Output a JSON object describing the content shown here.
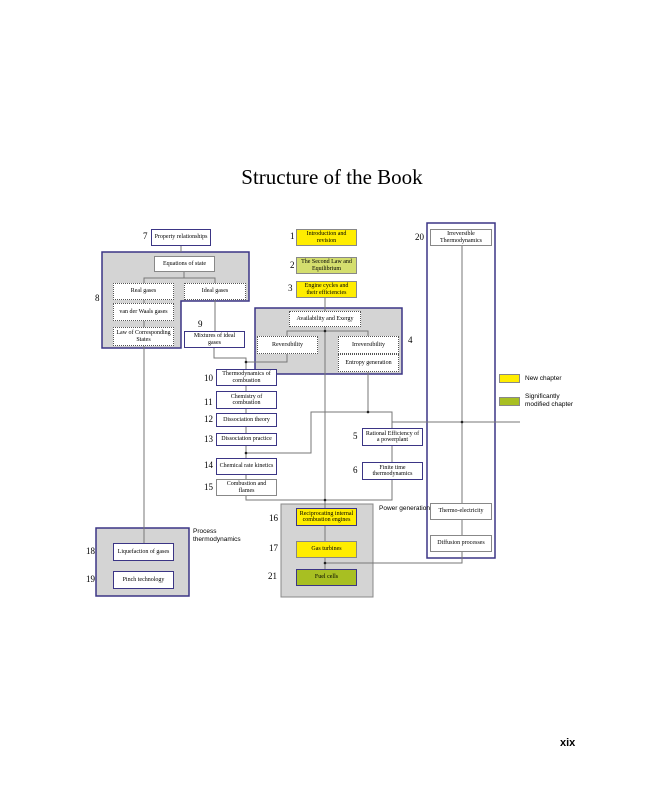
{
  "title": "Structure of the Book",
  "page_number": "xix",
  "colors": {
    "new": "#ffed00",
    "modified": "#a8bf22",
    "second_law": "#d4de6e",
    "group_fill": "#d4d4d4",
    "border": "#3b3585"
  },
  "legend": {
    "new": "New chapter",
    "modified": "Significantly modified chapter"
  },
  "groups": {
    "power": "Power generation",
    "process": "Process thermodynamics"
  },
  "nodes": {
    "c1": {
      "num": "1",
      "label": "Introduction and revision"
    },
    "c2": {
      "num": "2",
      "label": "The Second Law and Equilibrium"
    },
    "c3": {
      "num": "3",
      "label": "Engine cycles and their efficiencies"
    },
    "c4": {
      "num": "4",
      "availability": "Availability and Exergy",
      "reversibility": "Reversibility",
      "irreversibility": "Irreversibility",
      "entropy": "Entropy generation"
    },
    "c5": {
      "num": "5",
      "label": "Rational Efficiency of a powerplant"
    },
    "c6": {
      "num": "6",
      "label": "Finite time thermodynamics"
    },
    "c7": {
      "num": "7",
      "label": "Property relationships"
    },
    "c8": {
      "num": "8",
      "eos": "Equations of state",
      "real": "Real gases",
      "ideal": "Ideal gases",
      "vdw": "van der Waals gases",
      "lcs": "Law of Corresponding States"
    },
    "c9": {
      "num": "9",
      "label": "Mixtures of ideal gases"
    },
    "c10": {
      "num": "10",
      "label": "Thermodynamics of combustion"
    },
    "c11": {
      "num": "11",
      "label": "Chemistry of combustion"
    },
    "c12": {
      "num": "12",
      "label": "Dissociation theory"
    },
    "c13": {
      "num": "13",
      "label": "Dissociation practice"
    },
    "c14": {
      "num": "14",
      "label": "Chemical rate kinetics"
    },
    "c15": {
      "num": "15",
      "label": "Combustion and flames"
    },
    "c16": {
      "num": "16",
      "label": "Reciprocating internal combustion engines"
    },
    "c17": {
      "num": "17",
      "label": "Gas turbines"
    },
    "c18": {
      "num": "18",
      "label": "Liquefaction of gases"
    },
    "c19": {
      "num": "19",
      "label": "Pinch technology"
    },
    "c20": {
      "num": "20",
      "label": "Irreversible Thermodynamics",
      "thermoelec": "Thermo-electricity",
      "diffusion": "Diffusion processes"
    },
    "c21": {
      "num": "21",
      "label": "Fuel cells"
    }
  }
}
